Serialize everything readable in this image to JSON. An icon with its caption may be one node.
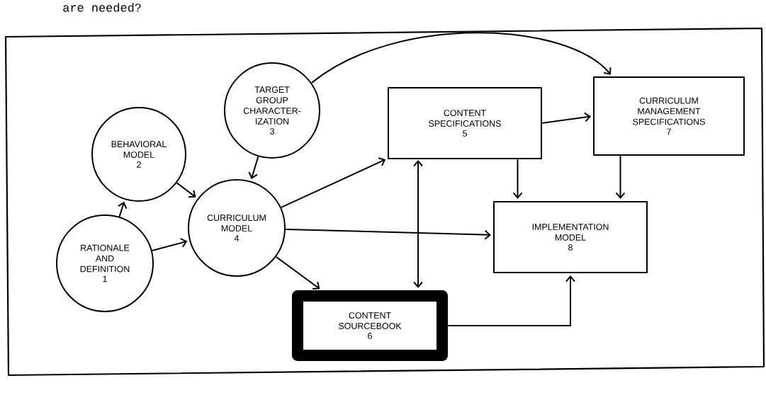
{
  "diagram": {
    "nodes": [
      {
        "text": [
          "RATIONALE AND DEFINITION",
          "1"
        ]
      },
      {
        "text": [
          "BEHAVIORAL MODEL",
          "2"
        ]
      },
      {
        "text": [
          "TARGET GROUP CHARACTER-IZATION",
          "3"
        ]
      },
      {
        "text": [
          "CURRICULUM MODEL",
          "4"
        ]
      },
      {
        "text": [
          "CONTENT SPECIFICATIONS",
          "5"
        ]
      },
      {
        "text": [
          "CONTENT SOURCEBOOK",
          "6"
        ]
      },
      {
        "text": [
          "CURRICULUM MANAGEMENT SPECIFICATIONS",
          "7"
        ]
      },
      {
        "text": [
          "IMPLEMENTATION MODEL",
          "8"
        ]
      }
    ],
    "edges": [
      {
        "from": 0,
        "to": 1,
        "arrow": "to"
      },
      {
        "from": 0,
        "to": 3,
        "arrow": "to"
      },
      {
        "from": 1,
        "to": 3,
        "arrow": "to"
      },
      {
        "from": 2,
        "to": 3,
        "arrow": "to"
      },
      {
        "from": 2,
        "to": 6,
        "arrow": "to"
      },
      {
        "from": 3,
        "to": 4,
        "arrow": "to"
      },
      {
        "from": 3,
        "to": 7,
        "arrow": "to"
      },
      {
        "from": 3,
        "to": 5,
        "arrow": "to"
      },
      {
        "from": 4,
        "to": 6,
        "arrow": "to"
      },
      {
        "from": 4,
        "to": 5,
        "arrow": "both"
      },
      {
        "from": 4,
        "to": 7,
        "arrow": "to"
      },
      {
        "from": 6,
        "to": 7,
        "arrow": "to"
      },
      {
        "from": 5,
        "to": 7,
        "arrow": "to"
      }
    ],
    "labels": [
      "are needed?"
    ]
  }
}
